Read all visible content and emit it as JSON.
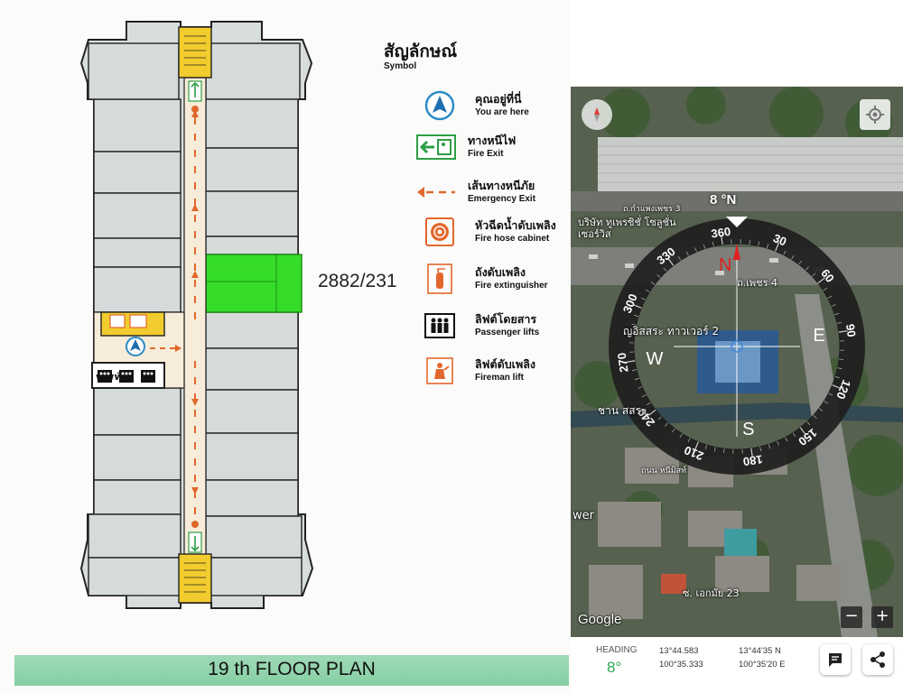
{
  "floor_plan": {
    "unit_number": "2882/231",
    "footer_title": "19 th FLOOR PLAN",
    "legend_title_th": "สัญลักษณ์",
    "legend_title_en": "Symbol",
    "legend": [
      {
        "icon": "you-are-here-icon",
        "th": "คุณอยู่ที่นี่",
        "en": "You are here"
      },
      {
        "icon": "fire-exit-icon",
        "th": "ทางหนีไฟ",
        "en": "Fire Exit"
      },
      {
        "icon": "emergency-exit-route-icon",
        "th": "เส้นทางหนีภัย",
        "en": "Emergency Exit"
      },
      {
        "icon": "fire-hose-cabinet-icon",
        "th": "หัวฉีดน้ำดับเพลิง",
        "en": "Fire hose cabinet"
      },
      {
        "icon": "fire-extinguisher-icon",
        "th": "ถังดับเพลิง",
        "en": "Fire extinguisher"
      },
      {
        "icon": "passenger-lifts-icon",
        "th": "ลิฟต์โดยสาร",
        "en": "Passenger lifts"
      },
      {
        "icon": "fireman-lift-icon",
        "th": "ลิฟต์ดับเพลิง",
        "en": "Fireman lift"
      }
    ],
    "colors": {
      "highlight_unit": "#35dd2a",
      "stair": "#f2cc2e",
      "corridor": "#f7ecd9",
      "route": "#e2672c",
      "exit_green": "#2e9e45",
      "footer": "#8fd3ab"
    }
  },
  "compass_app": {
    "heading_top": "8 °N",
    "dial_labels": [
      "360",
      "30",
      "60",
      "90",
      "120",
      "150",
      "180",
      "210",
      "240",
      "270",
      "300",
      "330"
    ],
    "cardinals": {
      "n": "N",
      "e": "E",
      "s": "S",
      "w": "W"
    },
    "map_labels": {
      "rail": "ถ.กำแพงเพชร 3",
      "company": "บริษัท ทูเพรซิชั่ โซลูชั่น เซอร์วิส",
      "road": "ถ.เพชร 4",
      "tower": "ญอิสสระ ทาวเวอร์ 2",
      "market": "ชาน สสระ",
      "street": "ซ. เอกมัย 23",
      "lane": "ถนน หนีมิสท์",
      "edge": "wer",
      "google": "Google"
    },
    "zoom_out": "−",
    "zoom_in": "+",
    "heading_caption": "HEADING",
    "heading_value": "8°",
    "lat_decimal": "13°44.583",
    "lon_decimal": "100°35.333",
    "lat_dms": "13°44'35 N",
    "lon_dms": "100°35'20 E",
    "heading_degrees": 8
  }
}
